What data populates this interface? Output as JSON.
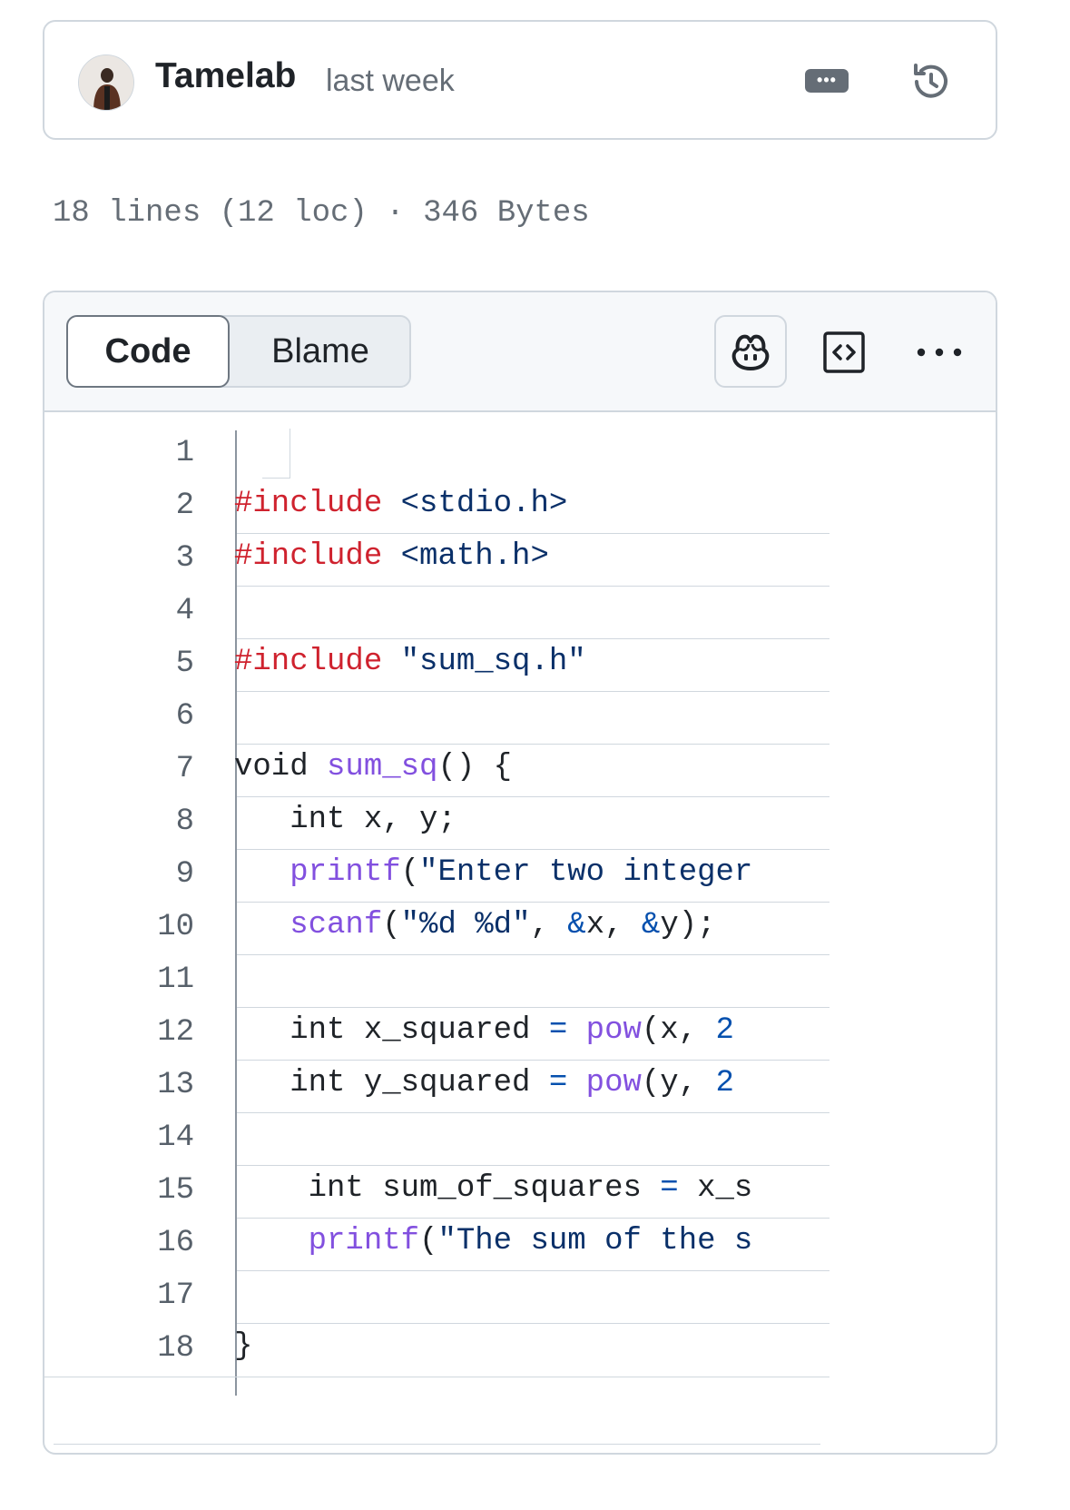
{
  "commit": {
    "author": "Tamelab",
    "time": "last week",
    "more_icon": "kebab-horizontal-icon",
    "history_icon": "history-icon"
  },
  "file_info": {
    "lines": "18 lines (12 loc)",
    "separator": "·",
    "size": "346 Bytes"
  },
  "toolbar": {
    "code_tab": "Code",
    "blame_tab": "Blame",
    "copilot_icon": "copilot-icon",
    "symbols_icon": "code-square-icon",
    "more_icon": "kebab-horizontal-icon"
  },
  "code_lines": [
    {
      "n": "1",
      "text": ""
    },
    {
      "n": "2",
      "text": "#include <stdio.h>"
    },
    {
      "n": "3",
      "text": "#include <math.h>"
    },
    {
      "n": "4",
      "text": ""
    },
    {
      "n": "5",
      "text": "#include \"sum_sq.h\""
    },
    {
      "n": "6",
      "text": ""
    },
    {
      "n": "7",
      "text": "void sum_sq() {"
    },
    {
      "n": "8",
      "text": "   int x, y;"
    },
    {
      "n": "9",
      "text": "   printf(\"Enter two integer"
    },
    {
      "n": "10",
      "text": "   scanf(\"%d %d\", &x, &y);"
    },
    {
      "n": "11",
      "text": ""
    },
    {
      "n": "12",
      "text": "   int x_squared = pow(x, 2"
    },
    {
      "n": "13",
      "text": "   int y_squared = pow(y, 2"
    },
    {
      "n": "14",
      "text": ""
    },
    {
      "n": "15",
      "text": "    int sum_of_squares = x_s"
    },
    {
      "n": "16",
      "text": "    printf(\"The sum of the s"
    },
    {
      "n": "17",
      "text": ""
    },
    {
      "n": "18",
      "text": "}"
    }
  ],
  "colors": {
    "keyword": "#cf222e",
    "string": "#0a3069",
    "function": "#8250df",
    "operator": "#0550ae",
    "border": "#d0d7de"
  }
}
